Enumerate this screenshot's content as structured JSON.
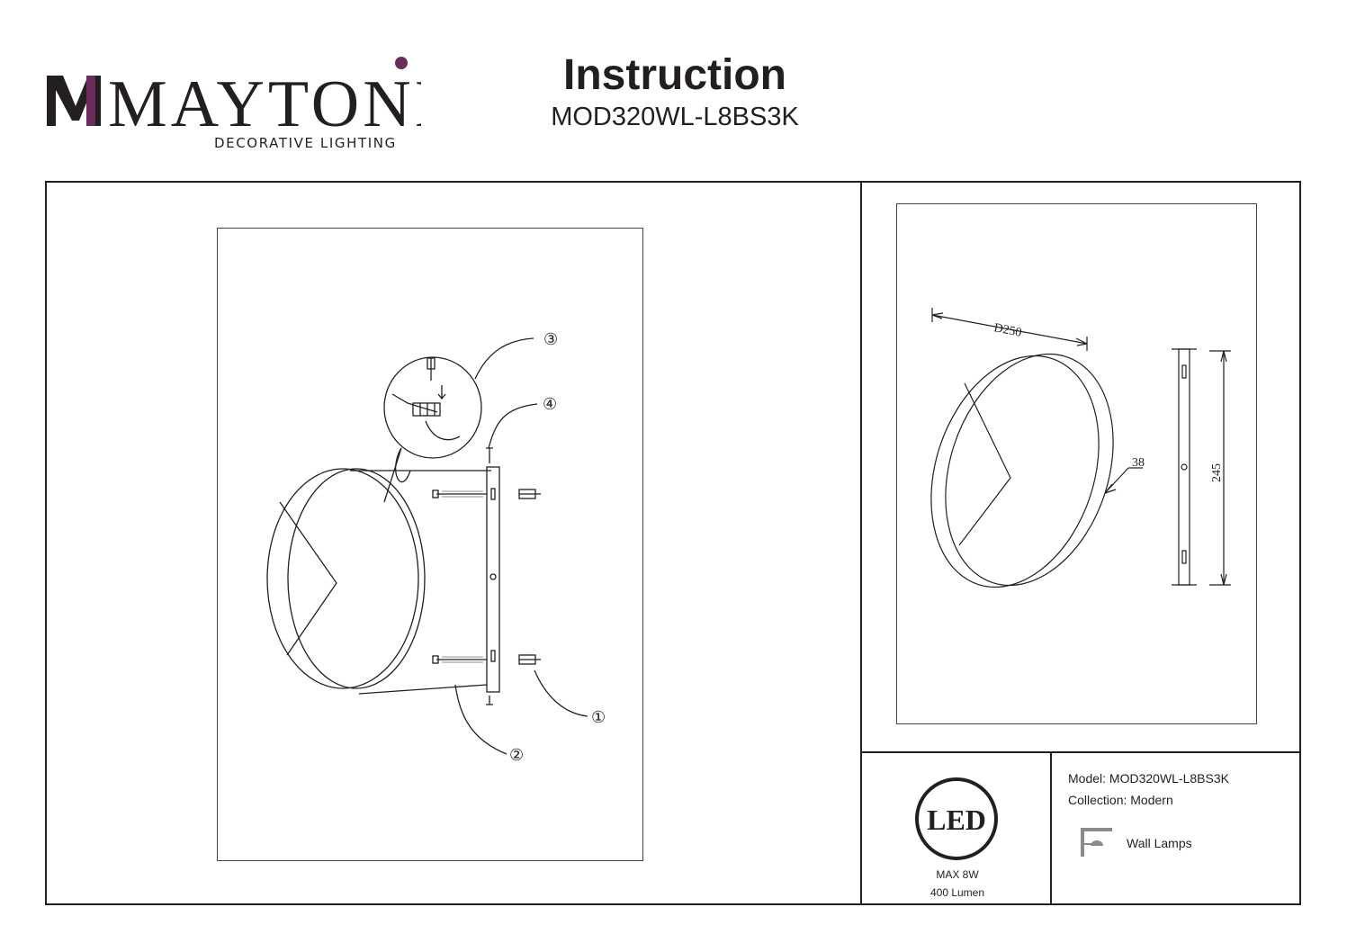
{
  "brand": {
    "name": "MAYTONI",
    "tagline": "DECORATIVE LIGHTING",
    "accent_color": "#6b2c5a"
  },
  "header": {
    "title": "Instruction",
    "model": "MOD320WL-L8BS3K"
  },
  "installation": {
    "callouts": [
      "③",
      "④",
      "①",
      "②"
    ]
  },
  "dimensions": {
    "diameter": "D250",
    "depth": "38",
    "height": "245"
  },
  "led_badge": {
    "label": "LED",
    "power": "MAX 8W",
    "lumen": "400 Lumen"
  },
  "specs": {
    "model_label": "Model:",
    "model_value": "MOD320WL-L8BS3K",
    "collection_label": "Collection:",
    "collection_value": "Modern",
    "category_icon": "wall-lamp-icon",
    "category": "Wall Lamps"
  }
}
